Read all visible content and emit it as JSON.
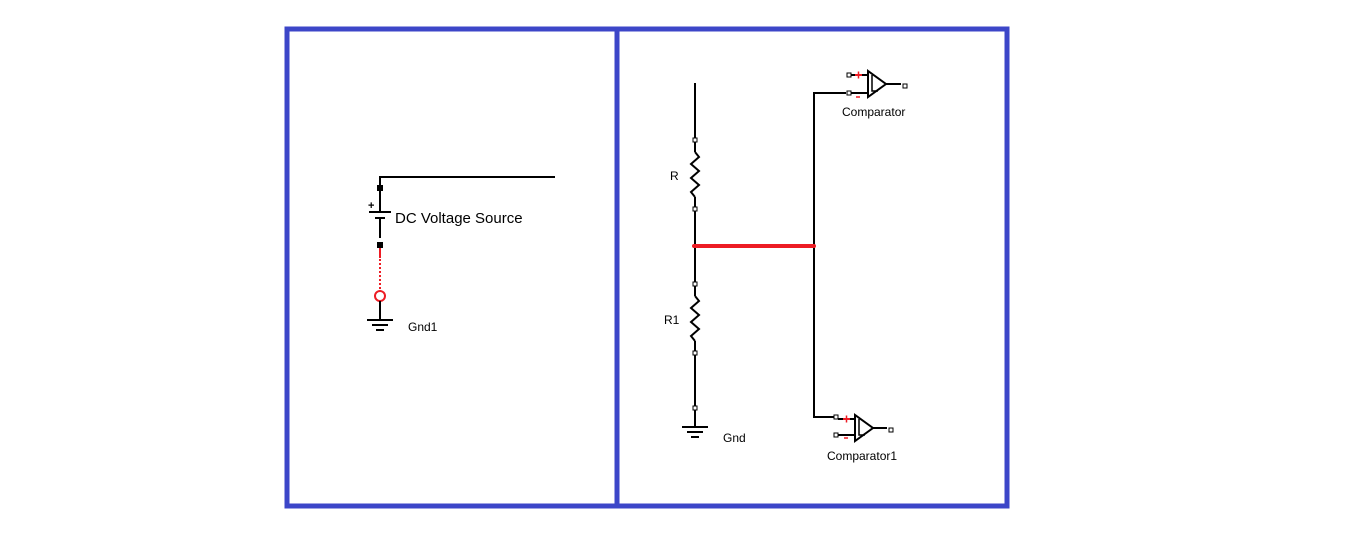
{
  "colors": {
    "frame": "#3c46c8",
    "wire": "#000000",
    "selected": "#ed1c24"
  },
  "left_panel": {
    "dc_source_label": "DC Voltage Source",
    "dc_source_plus": "+",
    "ground_label": "Gnd1"
  },
  "right_panel": {
    "resistor_top_label": "R",
    "resistor_bottom_label": "R1",
    "ground_label": "Gnd",
    "comparator_top": {
      "label": "Comparator",
      "plus": "+",
      "minus": "-"
    },
    "comparator_bottom": {
      "label": "Comparator1",
      "plus": "+",
      "minus": "-"
    }
  }
}
